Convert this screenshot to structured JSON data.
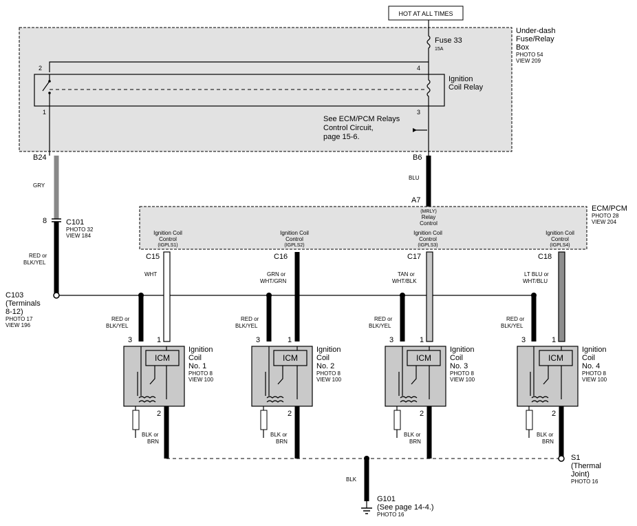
{
  "header": {
    "hot_label": "HOT AT ALL TIMES"
  },
  "fusebox": {
    "title_1": "Under-dash",
    "title_2": "Fuse/Relay",
    "title_3": "Box",
    "photo": "PHOTO 54",
    "view": "VIEW 209",
    "fuse_label": "Fuse 33",
    "fuse_rating": "15A",
    "relay_label_1": "Ignition",
    "relay_label_2": "Coil Relay",
    "pin_2": "2",
    "pin_4": "4",
    "pin_1": "1",
    "pin_3": "3",
    "see_1": "See ECM/PCM Relays",
    "see_2": "Control Circuit,",
    "see_3": "page 15-6.",
    "term_b24": "B24",
    "term_b6": "B6"
  },
  "wires": {
    "gry": "GRY",
    "blu": "BLU",
    "red_blk_yel_1": "RED or",
    "red_blk_yel_2": "BLK/YEL",
    "wht": "WHT",
    "grn_1": "GRN or",
    "grn_2": "WHT/GRN",
    "tan_1": "TAN or",
    "tan_2": "WHT/BLK",
    "ltblu_1": "LT BLU or",
    "ltblu_2": "WHT/BLU",
    "blk_brn_1": "BLK or",
    "blk_brn_2": "BRN",
    "blk": "BLK"
  },
  "connectors": {
    "c101_pin": "8",
    "c101": "C101",
    "c101_photo": "PHOTO 32",
    "c101_view": "VIEW 184",
    "c103": "C103",
    "c103_2": "(Terminals",
    "c103_3": "8-12)",
    "c103_photo": "PHOTO 17",
    "c103_view": "VIEW 196",
    "a7": "A7",
    "c15": "C15",
    "c16": "C16",
    "c17": "C17",
    "c18": "C18"
  },
  "ecm": {
    "title": "ECM/PCM",
    "photo": "PHOTO 28",
    "view": "VIEW 204",
    "mrly_1": "(MRLY)",
    "mrly_2": "Relay",
    "mrly_3": "Control",
    "ctrl_1": "Ignition Coil",
    "ctrl_2": "Control",
    "igpls1": "(IGPLS1)",
    "igpls2": "(IGPLS2)",
    "igpls3": "(IGPLS3)",
    "igpls4": "(IGPLS4)"
  },
  "coils": {
    "icm": "ICM",
    "name_1": "Ignition",
    "name_2": "Coil",
    "no1": "No. 1",
    "no2": "No. 2",
    "no3": "No. 3",
    "no4": "No. 4",
    "photo": "PHOTO 8",
    "view": "VIEW 100",
    "pin3": "3",
    "pin1": "1",
    "pin2": "2"
  },
  "ground": {
    "s1": "S1",
    "s1_2": "(Thermal",
    "s1_3": "Joint)",
    "s1_photo": "PHOTO 16",
    "g101": "G101",
    "g101_2": "(See page 14-4.)",
    "g101_photo": "PHOTO 16"
  }
}
